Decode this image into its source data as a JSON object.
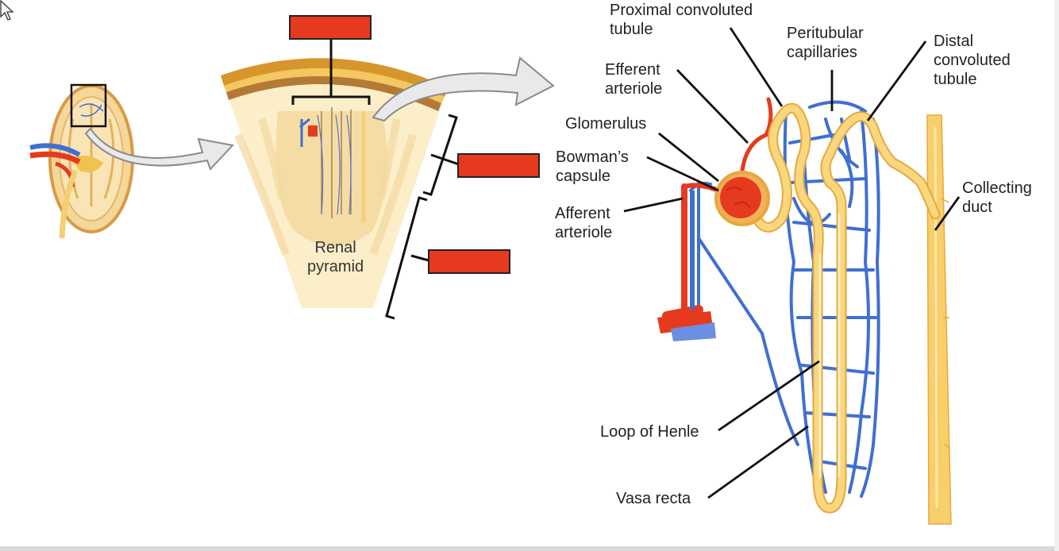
{
  "labels": {
    "proximal": "Proximal convoluted\ntubule",
    "peritubular": "Peritubular\ncapillaries",
    "distal": "Distal\nconvoluted\ntubule",
    "efferent": "Efferent\narteriole",
    "glomerulus": "Glomerulus",
    "bowman": "Bowman’s\ncapsule",
    "afferent": "Afferent\narteriole",
    "collecting": "Collecting\nduct",
    "loop": "Loop of Henle",
    "vasa": "Vasa recta",
    "pyramid": "Renal\npyramid"
  },
  "colors": {
    "tubule": "#f7cf6b",
    "tubule_edge": "#e8a83c",
    "artery": "#e63a1e",
    "vein": "#3f6fd0",
    "label_box": "#e63a1e",
    "arrow": "#e9e9ec"
  },
  "icons": [
    "mouse-pointer-icon"
  ]
}
